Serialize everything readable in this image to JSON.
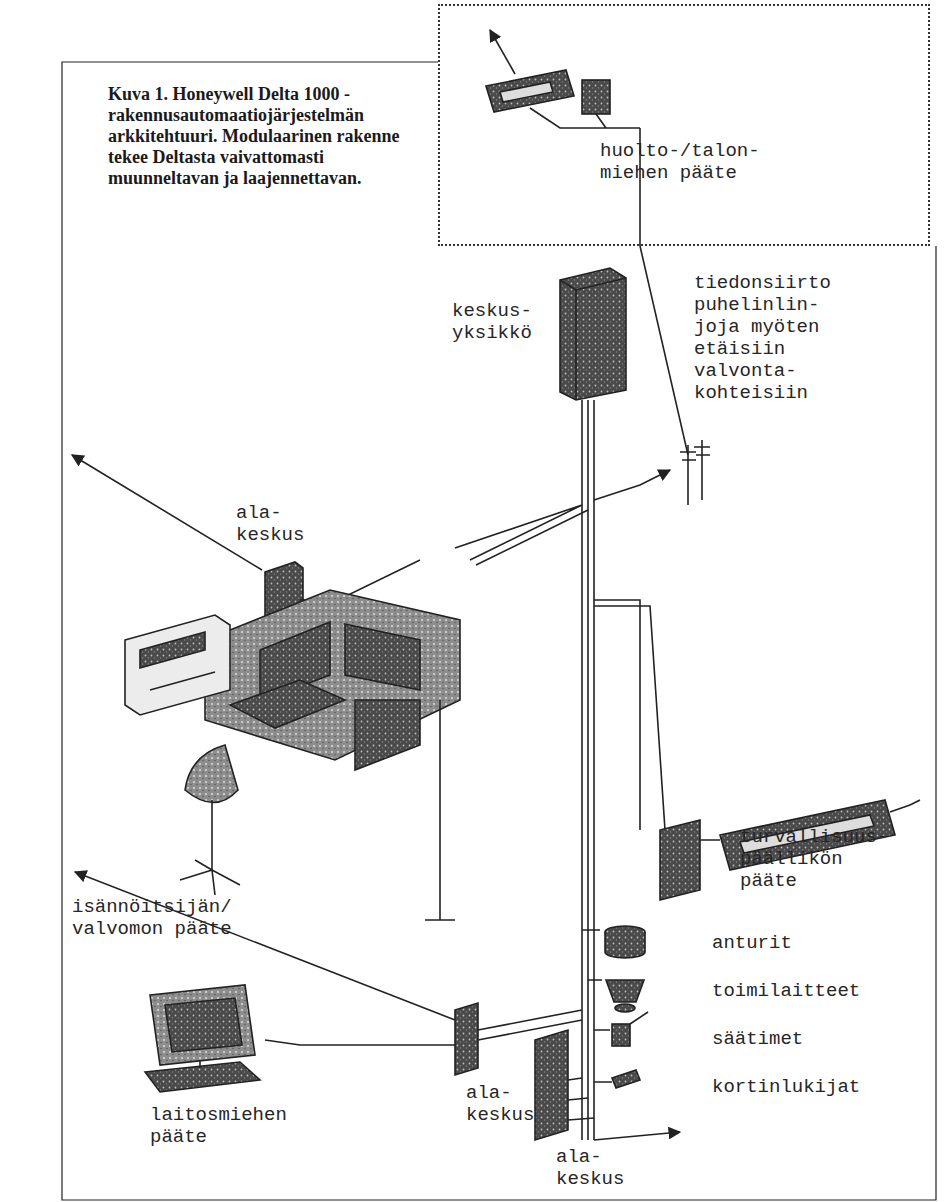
{
  "diagram": {
    "caption": "Kuva 1. Honeywell Delta 1000 - rakennusautomaatiojärjestelmän arkkitehtuuri. Modulaarinen rakenne tekee Deltasta vaivattomasti muunneltavan ja laajennettavan.",
    "nodes": [
      {
        "text": [
          "huolto-/talon- miehen pääte"
        ]
      }
    ],
    "labels": [
      "keskus- yksikkö",
      "tiedonsiirto puhelinlin- joja myöten etäisiin valvonta- kohteisiin",
      "ala- keskus",
      "turvallisuus- päällikön pääte",
      "anturit",
      "toimilaitteet",
      "säätimet",
      "kortinlukijat",
      "isännöitsijän/ valvomon pääte",
      "laitosmiehen pääte",
      "ala- keskus",
      "ala- keskus"
    ]
  }
}
